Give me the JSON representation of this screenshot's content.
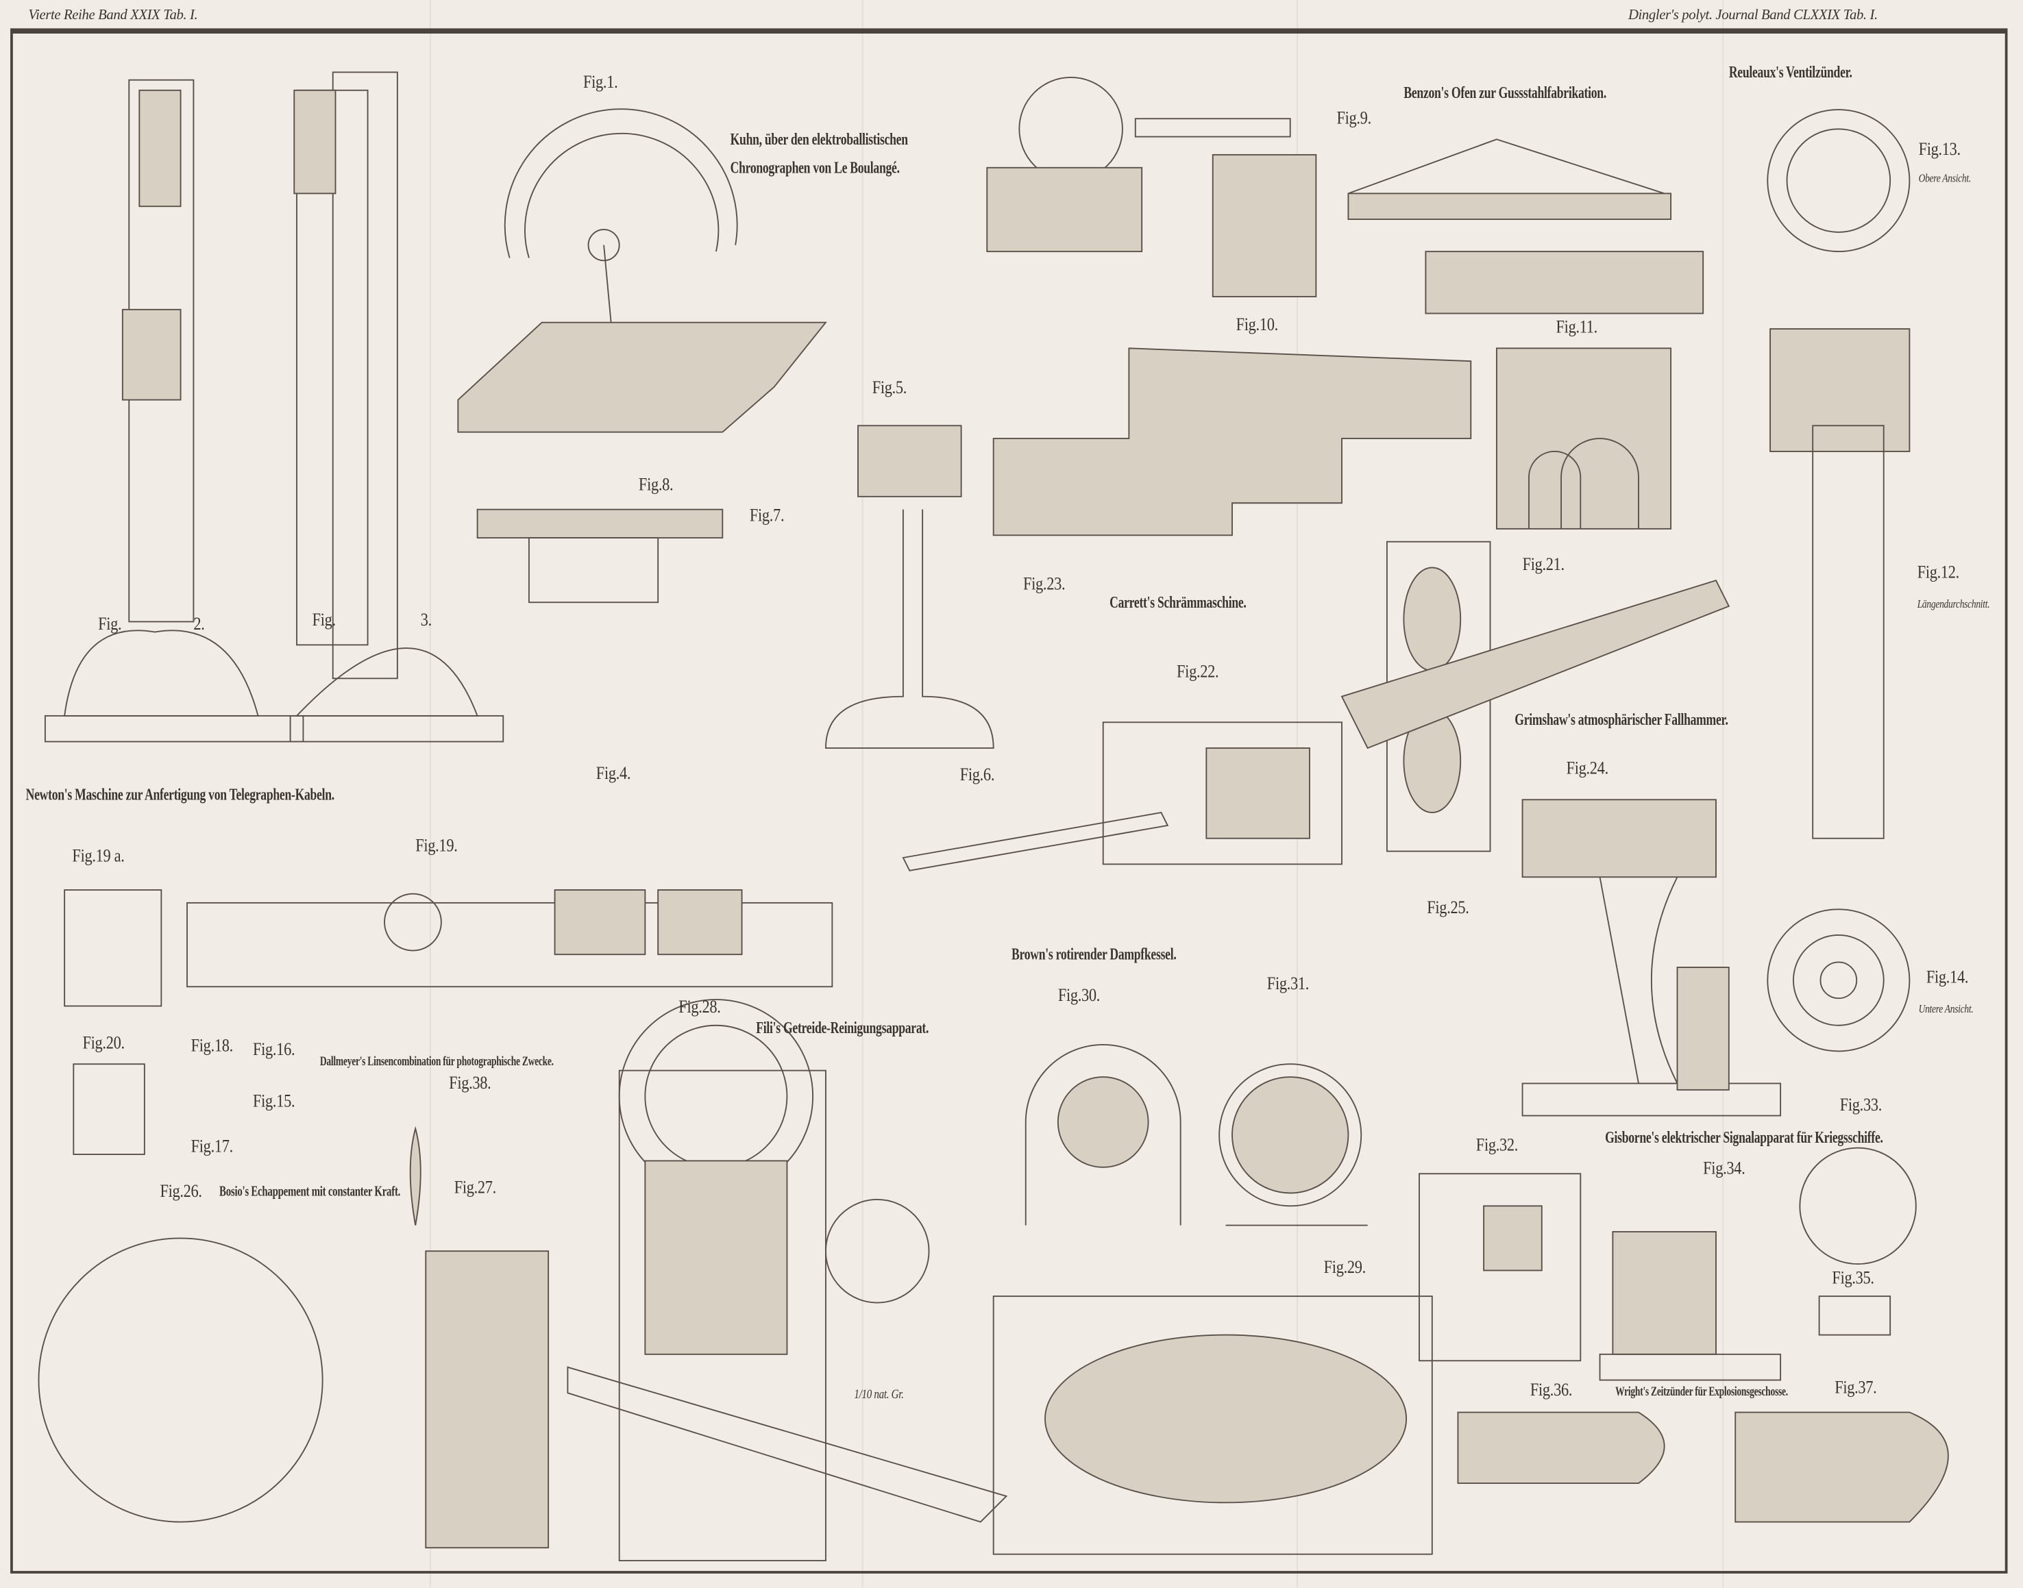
{
  "header": {
    "left": "Vierte Reihe Band XXIX Tab. I.",
    "right": "Dingler's polyt. Journal Band CLXXIX Tab. I."
  },
  "captions": {
    "reuleaux": "Reuleaux's Ventilzünder.",
    "kuhn_1": "Kuhn, über den elektroballistischen",
    "kuhn_2": "Chronographen von Le Boulangé.",
    "benzon": "Benzon's Ofen zur Gussstahlfabrikation.",
    "carrett": "Carrett's Schrämmaschine.",
    "grimshaw": "Grimshaw's atmosphärischer Fallhammer.",
    "newton": "Newton's Maschine zur Anfertigung von Telegraphen-Kabeln.",
    "brown": "Brown's rotirender Dampfkessel.",
    "fili": "Fili's Getreide-Reinigungsapparat.",
    "dallmeyer": "Dallmeyer's Linsencombination für photographische Zwecke.",
    "bosio": "Bosio's Echappement mit constanter Kraft.",
    "gisborne": "Gisborne's elektrischer Signalapparat für Kriegsschiffe.",
    "wright": "Wright's Zeitzünder für Explosionsgeschosse.",
    "obere": "Obere Ansicht.",
    "laengen": "Längendurchschnitt.",
    "untere": "Untere Ansicht.",
    "scale": "1/10 nat. Gr."
  },
  "figures": {
    "f1": "Fig.1.",
    "f2a": "Fig.",
    "f2b": "2.",
    "f3a": "Fig.",
    "f3b": "3.",
    "f4": "Fig.4.",
    "f5": "Fig.5.",
    "f6": "Fig.6.",
    "f7": "Fig.7.",
    "f8": "Fig.8.",
    "f9": "Fig.9.",
    "f10": "Fig.10.",
    "f11": "Fig.11.",
    "f12": "Fig.12.",
    "f13": "Fig.13.",
    "f14": "Fig.14.",
    "f15": "Fig.15.",
    "f16": "Fig.16.",
    "f17": "Fig.17.",
    "f18": "Fig.18.",
    "f19a": "Fig.19 a.",
    "f19": "Fig.19.",
    "f20": "Fig.20.",
    "f21": "Fig.21.",
    "f22": "Fig.22.",
    "f23": "Fig.23.",
    "f24": "Fig.24.",
    "f25": "Fig.25.",
    "f26": "Fig.26.",
    "f27": "Fig.27.",
    "f28": "Fig.28.",
    "f29": "Fig.29.",
    "f30": "Fig.30.",
    "f31": "Fig.31.",
    "f32": "Fig.32.",
    "f33": "Fig.33.",
    "f34": "Fig.34.",
    "f35": "Fig.35.",
    "f36": "Fig.36.",
    "f37": "Fig.37.",
    "f38": "Fig.38."
  }
}
